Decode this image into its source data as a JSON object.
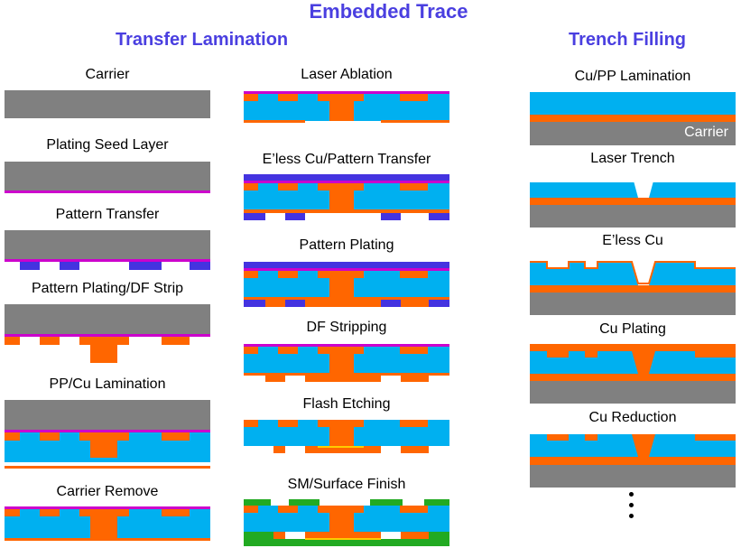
{
  "title": "Embedded Trace",
  "sections": {
    "transfer": "Transfer Lamination",
    "trench": "Trench Filling"
  },
  "steps": {
    "carrier": "Carrier",
    "seed": "Plating Seed Layer",
    "pattern_transfer": "Pattern Transfer",
    "pattern_plating_df": "Pattern Plating/DF Strip",
    "pp_cu": "PP/Cu Lamination",
    "carrier_remove": "Carrier Remove",
    "laser_ablation": "Laser Ablation",
    "eless_pattern": "E’less Cu/Pattern Transfer",
    "pattern_plating": "Pattern Plating",
    "df_stripping": "DF Stripping",
    "flash_etching": "Flash Etching",
    "sm_finish": "SM/Surface Finish",
    "cu_pp_lam": "Cu/PP Lamination",
    "laser_trench": "Laser Trench",
    "eless_cu": "E’less Cu",
    "cu_plating": "Cu Plating",
    "cu_reduction": "Cu Reduction"
  },
  "carrier_label": "Carrier",
  "colors": {
    "carrier": "#808080",
    "dielectric": "#00b0f0",
    "copper": "#ff6600",
    "seed": "#cc00cc",
    "dryfilm": "#4433e0",
    "soldermask": "#22aa22",
    "title": "#4a3fe0"
  }
}
